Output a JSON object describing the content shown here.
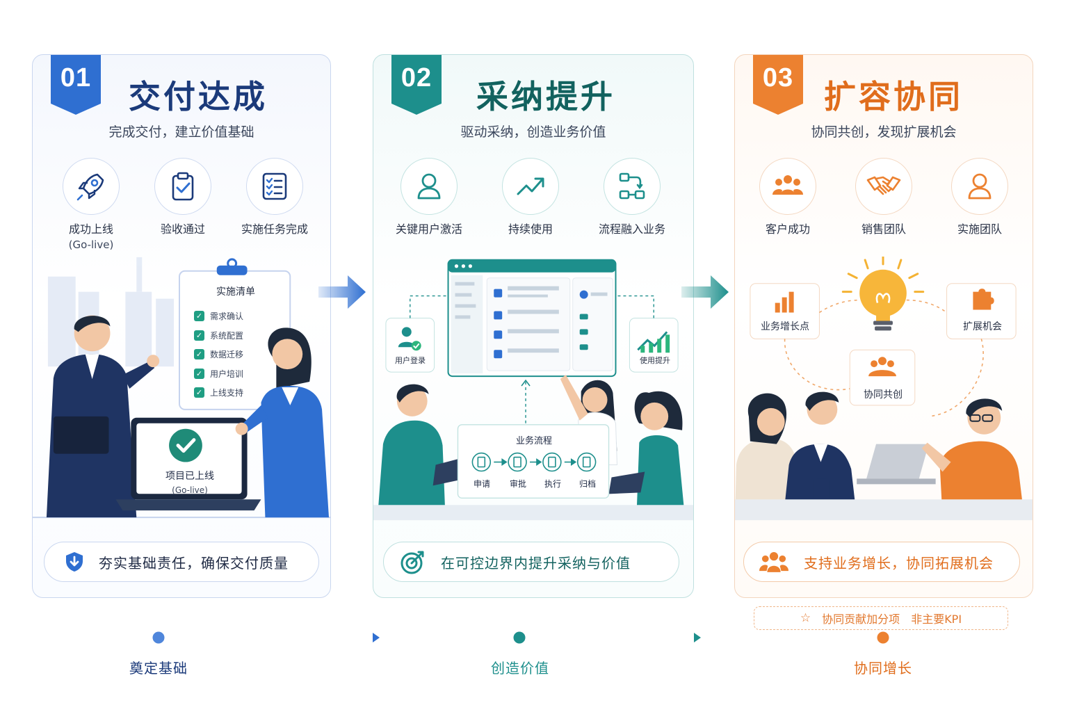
{
  "colors": {
    "blue": "#2f6fd1",
    "teal": "#1d8f8c",
    "orange": "#ec8130",
    "navy": "#1b3a7a"
  },
  "stages": [
    {
      "number": "01",
      "title": "交付达成",
      "subtitle": "完成交付，建立价值基础",
      "icons": [
        {
          "name": "rocket-icon",
          "label": "成功上线",
          "sublabel": "(Go-live)"
        },
        {
          "name": "clipboard-check-icon",
          "label": "验收通过"
        },
        {
          "name": "task-list-icon",
          "label": "实施任务完成"
        }
      ],
      "checklist": {
        "title": "实施清单",
        "items": [
          "需求确认",
          "系统配置",
          "数据迁移",
          "用户培训",
          "上线支持"
        ]
      },
      "laptop": {
        "line1": "项目已上线",
        "line2": "(Go-live)"
      },
      "footer": "夯实基础责任，确保交付质量"
    },
    {
      "number": "02",
      "title": "采纳提升",
      "subtitle": "驱动采纳，创造业务价值",
      "icons": [
        {
          "name": "user-icon",
          "label": "关键用户激活"
        },
        {
          "name": "trend-up-icon",
          "label": "持续使用"
        },
        {
          "name": "process-flow-icon",
          "label": "流程融入业务"
        }
      ],
      "side_cards": {
        "left": "用户登录",
        "right": "使用提升"
      },
      "process": {
        "title": "业务流程",
        "steps": [
          "申请",
          "审批",
          "执行",
          "归档"
        ]
      },
      "footer": "在可控边界内提升采纳与价值"
    },
    {
      "number": "03",
      "title": "扩容协同",
      "subtitle": "协同共创，发现扩展机会",
      "icons": [
        {
          "name": "team-icon",
          "label": "客户成功"
        },
        {
          "name": "handshake-icon",
          "label": "销售团队"
        },
        {
          "name": "person-icon",
          "label": "实施团队"
        }
      ],
      "idea_cards": {
        "left": "业务增长点",
        "right": "扩展机会",
        "center": "协同共创"
      },
      "footer": "支持业务增长，协同拓展机会",
      "kpi_note": {
        "text": "协同贡献加分项",
        "tag": "非主要KPI"
      }
    }
  ],
  "timeline": [
    "奠定基础",
    "创造价值",
    "协同增长"
  ]
}
